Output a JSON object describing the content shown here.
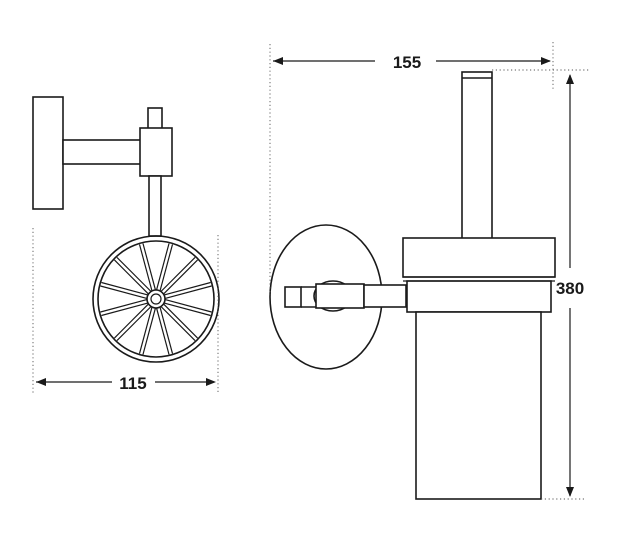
{
  "dimensions": {
    "wheel_width": "115",
    "total_depth": "155",
    "total_height": "380"
  },
  "colors": {
    "line": "#1a1a1a",
    "background": "#ffffff"
  }
}
